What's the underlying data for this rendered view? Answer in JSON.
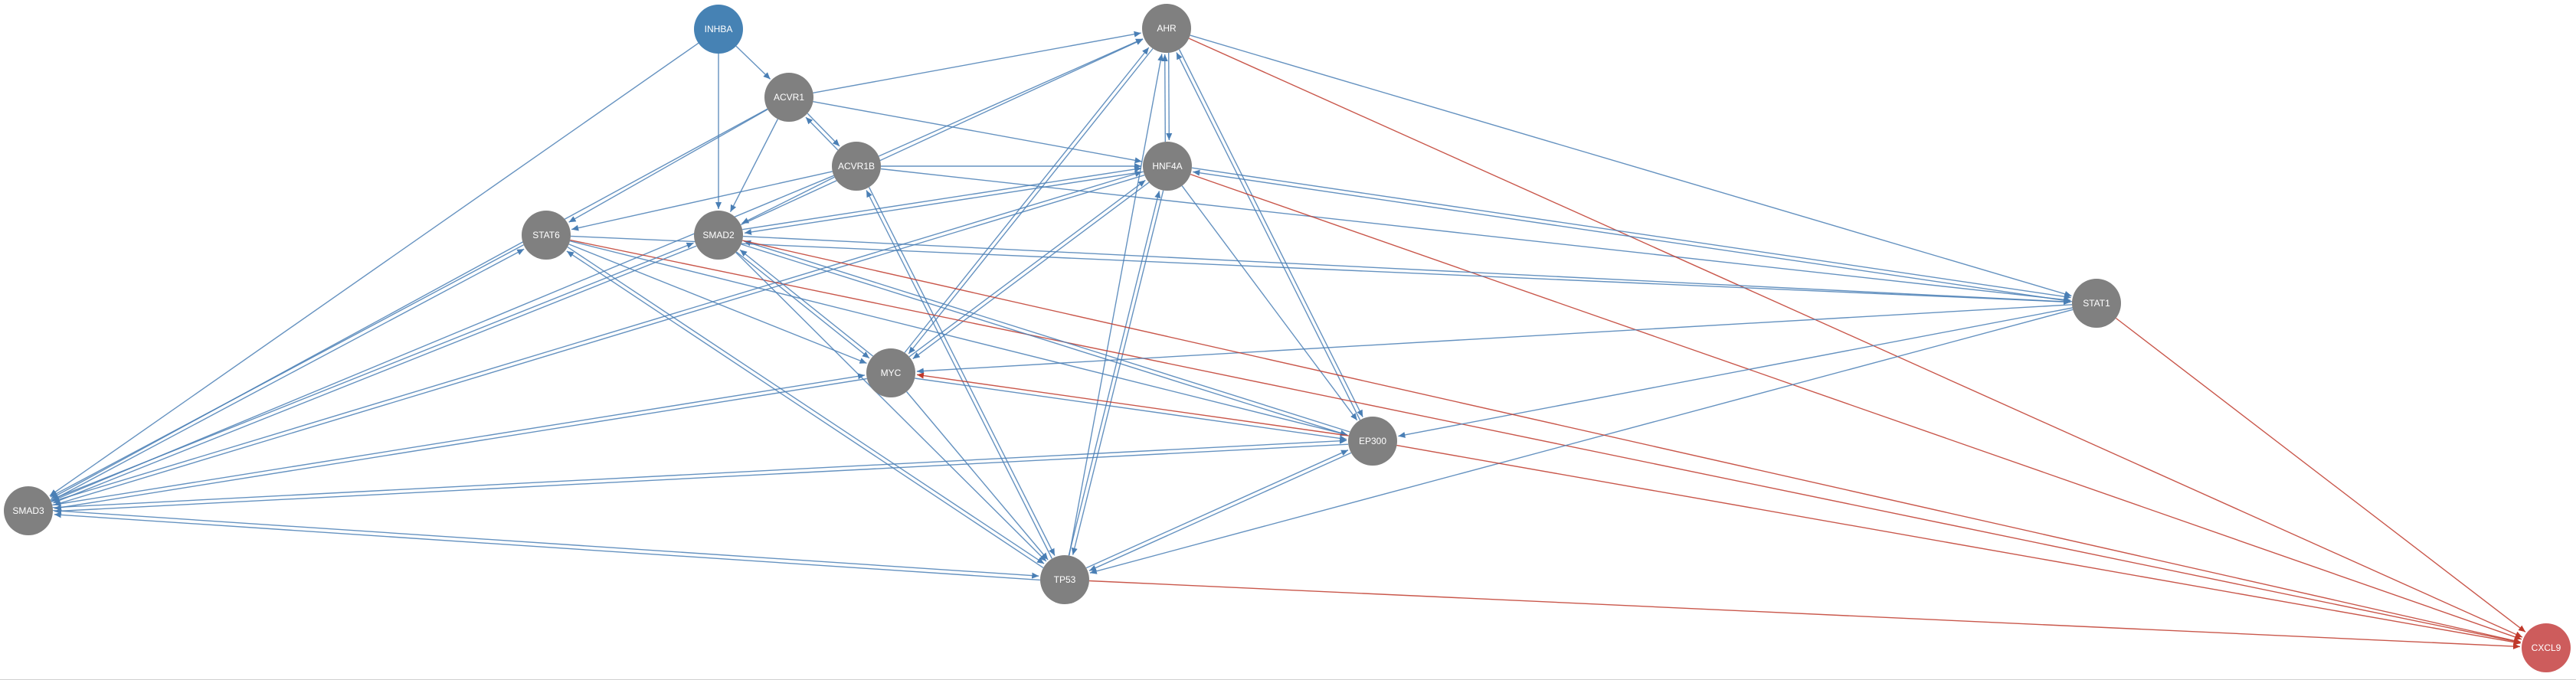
{
  "colors": {
    "background": "#ffffff",
    "node_default": "#808080",
    "node_source": "#4682b4",
    "node_target": "#cd5c5c",
    "edge_activation": "#4a7fb5",
    "edge_inhibition": "#c0392b"
  },
  "nodes": [
    {
      "id": "INHBA",
      "label": "INHBA",
      "kind": "source"
    },
    {
      "id": "AHR",
      "label": "AHR",
      "kind": "default"
    },
    {
      "id": "ACVR1",
      "label": "ACVR1",
      "kind": "default"
    },
    {
      "id": "ACVR1B",
      "label": "ACVR1B",
      "kind": "default"
    },
    {
      "id": "HNF4A",
      "label": "HNF4A",
      "kind": "default"
    },
    {
      "id": "STAT6",
      "label": "STAT6",
      "kind": "default"
    },
    {
      "id": "SMAD2",
      "label": "SMAD2",
      "kind": "default"
    },
    {
      "id": "STAT1",
      "label": "STAT1",
      "kind": "default"
    },
    {
      "id": "MYC",
      "label": "MYC",
      "kind": "default"
    },
    {
      "id": "EP300",
      "label": "EP300",
      "kind": "default"
    },
    {
      "id": "SMAD3",
      "label": "SMAD3",
      "kind": "default"
    },
    {
      "id": "TP53",
      "label": "TP53",
      "kind": "default"
    },
    {
      "id": "CXCL9",
      "label": "CXCL9",
      "kind": "target"
    }
  ],
  "edges": [
    {
      "from": "INHBA",
      "to": "ACVR1",
      "type": "activation"
    },
    {
      "from": "INHBA",
      "to": "SMAD2",
      "type": "activation"
    },
    {
      "from": "INHBA",
      "to": "SMAD3",
      "type": "activation"
    },
    {
      "from": "ACVR1",
      "to": "ACVR1B",
      "type": "activation"
    },
    {
      "from": "ACVR1B",
      "to": "ACVR1",
      "type": "activation"
    },
    {
      "from": "ACVR1",
      "to": "SMAD2",
      "type": "activation"
    },
    {
      "from": "ACVR1",
      "to": "STAT6",
      "type": "activation"
    },
    {
      "from": "ACVR1",
      "to": "SMAD3",
      "type": "activation"
    },
    {
      "from": "ACVR1",
      "to": "HNF4A",
      "type": "activation"
    },
    {
      "from": "ACVR1",
      "to": "AHR",
      "type": "activation"
    },
    {
      "from": "ACVR1B",
      "to": "SMAD2",
      "type": "activation"
    },
    {
      "from": "ACVR1B",
      "to": "SMAD3",
      "type": "activation"
    },
    {
      "from": "ACVR1B",
      "to": "STAT6",
      "type": "activation"
    },
    {
      "from": "ACVR1B",
      "to": "AHR",
      "type": "activation"
    },
    {
      "from": "ACVR1B",
      "to": "HNF4A",
      "type": "activation"
    },
    {
      "from": "ACVR1B",
      "to": "STAT1",
      "type": "activation"
    },
    {
      "from": "ACVR1B",
      "to": "TP53",
      "type": "activation"
    },
    {
      "from": "TP53",
      "to": "ACVR1B",
      "type": "activation"
    },
    {
      "from": "AHR",
      "to": "HNF4A",
      "type": "activation"
    },
    {
      "from": "HNF4A",
      "to": "AHR",
      "type": "activation"
    },
    {
      "from": "AHR",
      "to": "EP300",
      "type": "activation"
    },
    {
      "from": "EP300",
      "to": "AHR",
      "type": "activation"
    },
    {
      "from": "AHR",
      "to": "STAT1",
      "type": "activation"
    },
    {
      "from": "AHR",
      "to": "CXCL9",
      "type": "inhibition"
    },
    {
      "from": "AHR",
      "to": "MYC",
      "type": "activation"
    },
    {
      "from": "MYC",
      "to": "AHR",
      "type": "activation"
    },
    {
      "from": "TP53",
      "to": "AHR",
      "type": "activation"
    },
    {
      "from": "SMAD2",
      "to": "AHR",
      "type": "activation"
    },
    {
      "from": "HNF4A",
      "to": "SMAD2",
      "type": "activation"
    },
    {
      "from": "HNF4A",
      "to": "SMAD3",
      "type": "activation"
    },
    {
      "from": "SMAD3",
      "to": "HNF4A",
      "type": "activation"
    },
    {
      "from": "HNF4A",
      "to": "STAT1",
      "type": "activation"
    },
    {
      "from": "STAT1",
      "to": "HNF4A",
      "type": "activation"
    },
    {
      "from": "HNF4A",
      "to": "MYC",
      "type": "activation"
    },
    {
      "from": "MYC",
      "to": "HNF4A",
      "type": "activation"
    },
    {
      "from": "HNF4A",
      "to": "TP53",
      "type": "activation"
    },
    {
      "from": "TP53",
      "to": "HNF4A",
      "type": "activation"
    },
    {
      "from": "HNF4A",
      "to": "EP300",
      "type": "activation"
    },
    {
      "from": "HNF4A",
      "to": "CXCL9",
      "type": "inhibition"
    },
    {
      "from": "STAT6",
      "to": "SMAD3",
      "type": "activation"
    },
    {
      "from": "STAT6",
      "to": "STAT1",
      "type": "activation"
    },
    {
      "from": "STAT6",
      "to": "EP300",
      "type": "activation"
    },
    {
      "from": "STAT6",
      "to": "TP53",
      "type": "activation"
    },
    {
      "from": "TP53",
      "to": "STAT6",
      "type": "activation"
    },
    {
      "from": "STAT6",
      "to": "MYC",
      "type": "activation"
    },
    {
      "from": "STAT6",
      "to": "CXCL9",
      "type": "inhibition"
    },
    {
      "from": "SMAD2",
      "to": "SMAD3",
      "type": "activation"
    },
    {
      "from": "SMAD3",
      "to": "SMAD2",
      "type": "activation"
    },
    {
      "from": "SMAD2",
      "to": "MYC",
      "type": "activation"
    },
    {
      "from": "MYC",
      "to": "SMAD2",
      "type": "activation"
    },
    {
      "from": "SMAD2",
      "to": "EP300",
      "type": "activation"
    },
    {
      "from": "EP300",
      "to": "SMAD2",
      "type": "activation"
    },
    {
      "from": "SMAD2",
      "to": "TP53",
      "type": "activation"
    },
    {
      "from": "SMAD2",
      "to": "STAT1",
      "type": "activation"
    },
    {
      "from": "SMAD2",
      "to": "HNF4A",
      "type": "activation"
    },
    {
      "from": "STAT1",
      "to": "EP300",
      "type": "activation"
    },
    {
      "from": "STAT1",
      "to": "TP53",
      "type": "activation"
    },
    {
      "from": "STAT1",
      "to": "MYC",
      "type": "activation"
    },
    {
      "from": "STAT1",
      "to": "CXCL9",
      "type": "inhibition"
    },
    {
      "from": "MYC",
      "to": "SMAD3",
      "type": "activation"
    },
    {
      "from": "SMAD3",
      "to": "MYC",
      "type": "activation"
    },
    {
      "from": "MYC",
      "to": "EP300",
      "type": "activation"
    },
    {
      "from": "EP300",
      "to": "MYC",
      "type": "inhibition"
    },
    {
      "from": "MYC",
      "to": "TP53",
      "type": "activation"
    },
    {
      "from": "EP300",
      "to": "SMAD3",
      "type": "activation"
    },
    {
      "from": "SMAD3",
      "to": "EP300",
      "type": "activation"
    },
    {
      "from": "EP300",
      "to": "TP53",
      "type": "activation"
    },
    {
      "from": "TP53",
      "to": "EP300",
      "type": "activation"
    },
    {
      "from": "EP300",
      "to": "CXCL9",
      "type": "inhibition"
    },
    {
      "from": "SMAD3",
      "to": "TP53",
      "type": "activation"
    },
    {
      "from": "TP53",
      "to": "SMAD3",
      "type": "activation"
    },
    {
      "from": "SMAD3",
      "to": "STAT6",
      "type": "activation"
    },
    {
      "from": "TP53",
      "to": "CXCL9",
      "type": "inhibition"
    },
    {
      "from": "SMAD2",
      "to": "CXCL9",
      "type": "inhibition"
    }
  ]
}
